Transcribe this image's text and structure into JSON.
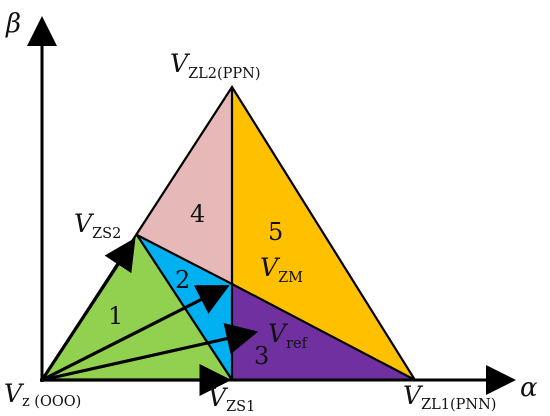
{
  "diagram": {
    "axes": {
      "beta": "β",
      "alpha": "α"
    },
    "regions": [
      {
        "id": "1",
        "label": "1",
        "color": "#92D050"
      },
      {
        "id": "2",
        "label": "2",
        "color": "#00B0F0"
      },
      {
        "id": "3",
        "label": "3",
        "color": "#7030A0"
      },
      {
        "id": "4",
        "label": "4",
        "color": "#E6B9B8"
      },
      {
        "id": "5",
        "label": "5",
        "color": "#FFC000"
      }
    ],
    "vertex_labels": {
      "vzl2": {
        "main": "V",
        "sub": "ZL2(PPN)"
      },
      "vzs2": {
        "main": "V",
        "sub": "ZS2"
      },
      "vzm": {
        "main": "V",
        "sub": "ZM"
      },
      "vref": {
        "main": "V",
        "sub": "ref"
      },
      "vz": {
        "main": "V",
        "sub": "z (OOO)"
      },
      "vzs1": {
        "main": "V",
        "sub": "ZS1"
      },
      "vzl1": {
        "main": "V",
        "sub": "ZL1(PNN)"
      }
    },
    "line_color": "#000000"
  }
}
